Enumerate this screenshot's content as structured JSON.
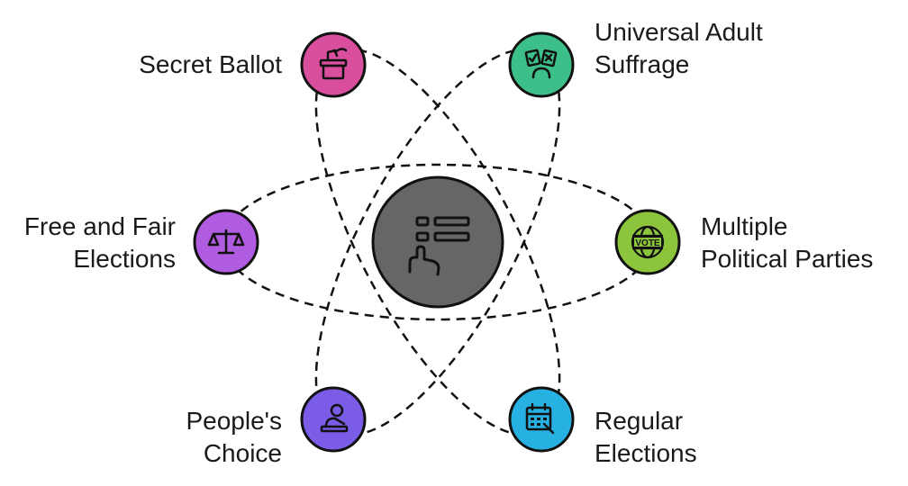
{
  "center": {
    "icon": "list-tap-icon",
    "color": "#666666"
  },
  "nodes": [
    {
      "id": "secret-ballot",
      "lines": [
        "Secret Ballot"
      ],
      "color": "#d94f9d",
      "icon": "ballot-box-icon"
    },
    {
      "id": "universal-adult-suffrage",
      "lines": [
        "Universal Adult",
        "Suffrage"
      ],
      "color": "#3dbf8a",
      "icon": "voting-hands-icon"
    },
    {
      "id": "free-and-fair-elections",
      "lines": [
        "Free and Fair",
        "Elections"
      ],
      "color": "#b05ce0",
      "icon": "scales-icon"
    },
    {
      "id": "multiple-political-parties",
      "lines": [
        "Multiple",
        "Political Parties"
      ],
      "color": "#8cc43c",
      "icon": "vote-globe-icon"
    },
    {
      "id": "peoples-choice",
      "lines": [
        "People's",
        "Choice"
      ],
      "color": "#7a5ce6",
      "icon": "person-at-desk-icon"
    },
    {
      "id": "regular-elections",
      "lines": [
        "Regular",
        "Elections"
      ],
      "color": "#27b1e3",
      "icon": "calendar-icon"
    }
  ]
}
